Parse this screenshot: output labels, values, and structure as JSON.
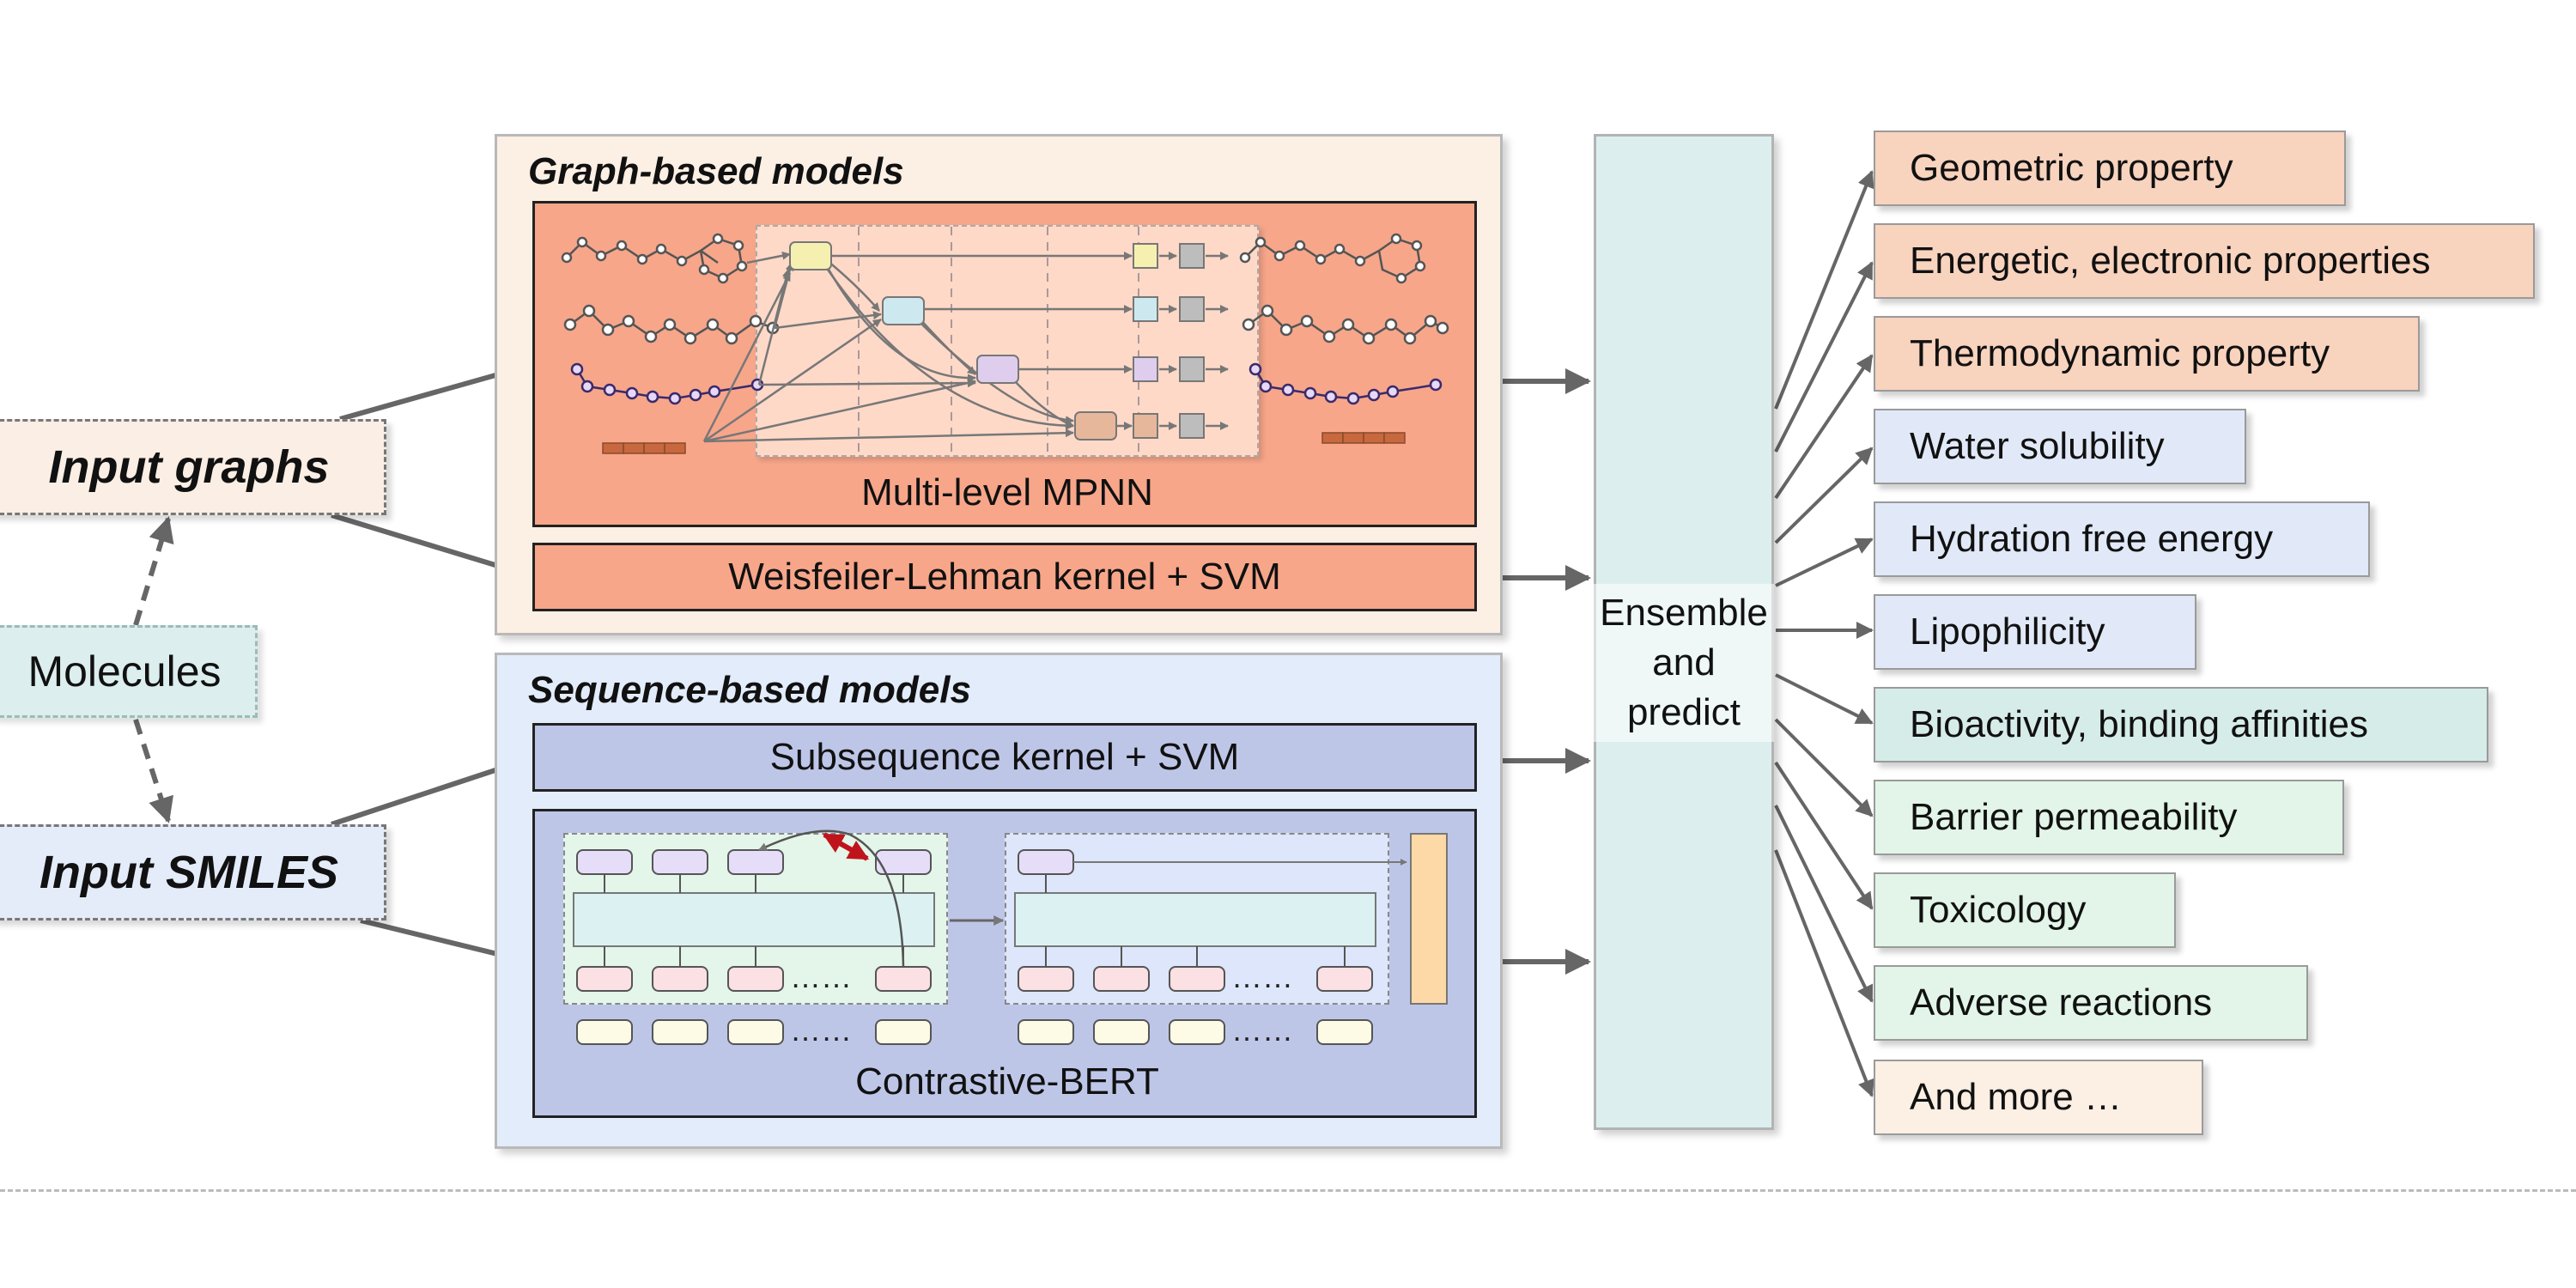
{
  "inputs": {
    "graphs": "Input graphs",
    "molecules": "Molecules",
    "smiles": "Input SMILES"
  },
  "graph_models": {
    "title": "Graph-based models",
    "mpnn": "Multi-level MPNN",
    "wl": "Weisfeiler-Lehman kernel + SVM"
  },
  "sequence_models": {
    "title": "Sequence-based models",
    "subsequence": "Subsequence kernel + SVM",
    "bert": "Contrastive-BERT"
  },
  "ensemble": "Ensemble and predict",
  "properties": [
    {
      "label": "Geometric property",
      "color": "#f8d3be"
    },
    {
      "label": "Energetic, electronic properties",
      "color": "#f8d3be"
    },
    {
      "label": "Thermodynamic property",
      "color": "#f8d3be"
    },
    {
      "label": "Water solubility",
      "color": "#e1e9f8"
    },
    {
      "label": "Hydration free energy",
      "color": "#e1e9f8"
    },
    {
      "label": "Lipophilicity",
      "color": "#e1e9f8"
    },
    {
      "label": "Bioactivity, binding affinities",
      "color": "#d6ece9"
    },
    {
      "label": "Barrier permeability",
      "color": "#e2f5e8"
    },
    {
      "label": "Toxicology",
      "color": "#e2f5e8"
    },
    {
      "label": "Adverse reactions",
      "color": "#e2f5e8"
    },
    {
      "label": "And more …",
      "color": "#fcefe4"
    }
  ],
  "colors": {
    "graph_panel": "#f7a68a",
    "sequence_panel": "#bec6e8",
    "ensemble": "#dcefee",
    "arrow": "#666666"
  }
}
